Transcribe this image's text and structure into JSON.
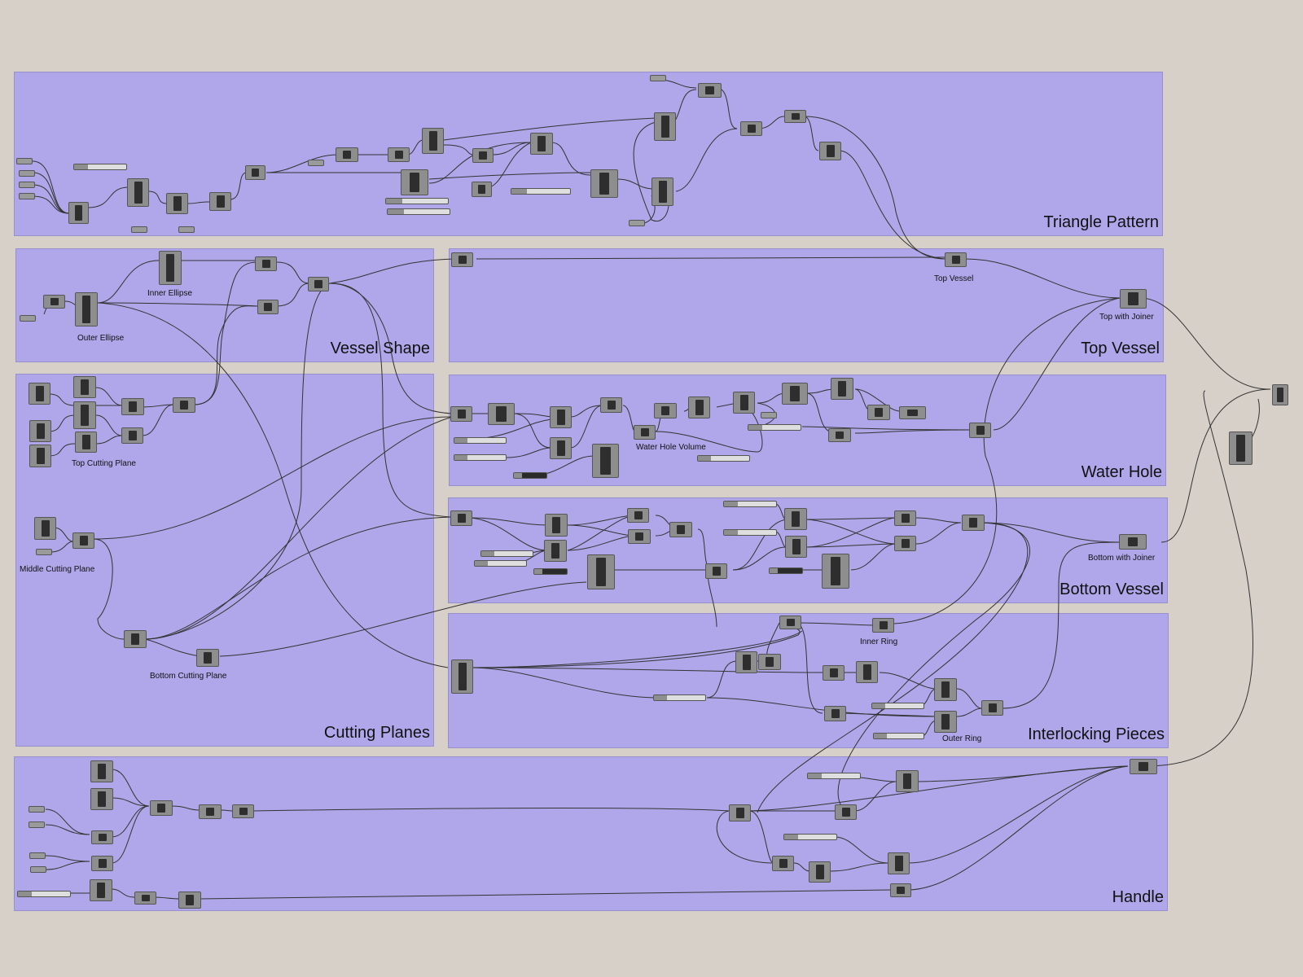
{
  "groups": {
    "triangle_pattern": "Triangle Pattern",
    "vessel_shape": "Vessel Shape",
    "top_vessel": "Top Vessel",
    "cutting_planes": "Cutting Planes",
    "water_hole": "Water Hole",
    "bottom_vessel": "Bottom Vessel",
    "interlocking_pieces": "Interlocking Pieces",
    "handle": "Handle"
  },
  "labels": {
    "inner_ellipse": "Inner Ellipse",
    "outer_ellipse": "Outer Ellipse",
    "top_vessel_node": "Top Vessel",
    "top_with_joiner": "Top with Joiner",
    "top_cutting_plane": "Top Cutting  Plane",
    "middle_cutting_plane": "Middle Cutting Plane",
    "bottom_cutting_plane": "Bottom Cutting Plane",
    "water_hole_volume": "Water Hole Volume",
    "bottom_with_joiner": "Bottom with Joiner",
    "inner_ring": "Inner Ring",
    "outer_ring": "Outer Ring"
  },
  "colors": {
    "background": "#d6d0c8",
    "group_fill": "#b0a6ea",
    "component": "#8e8e8e",
    "wire": "#333333"
  }
}
